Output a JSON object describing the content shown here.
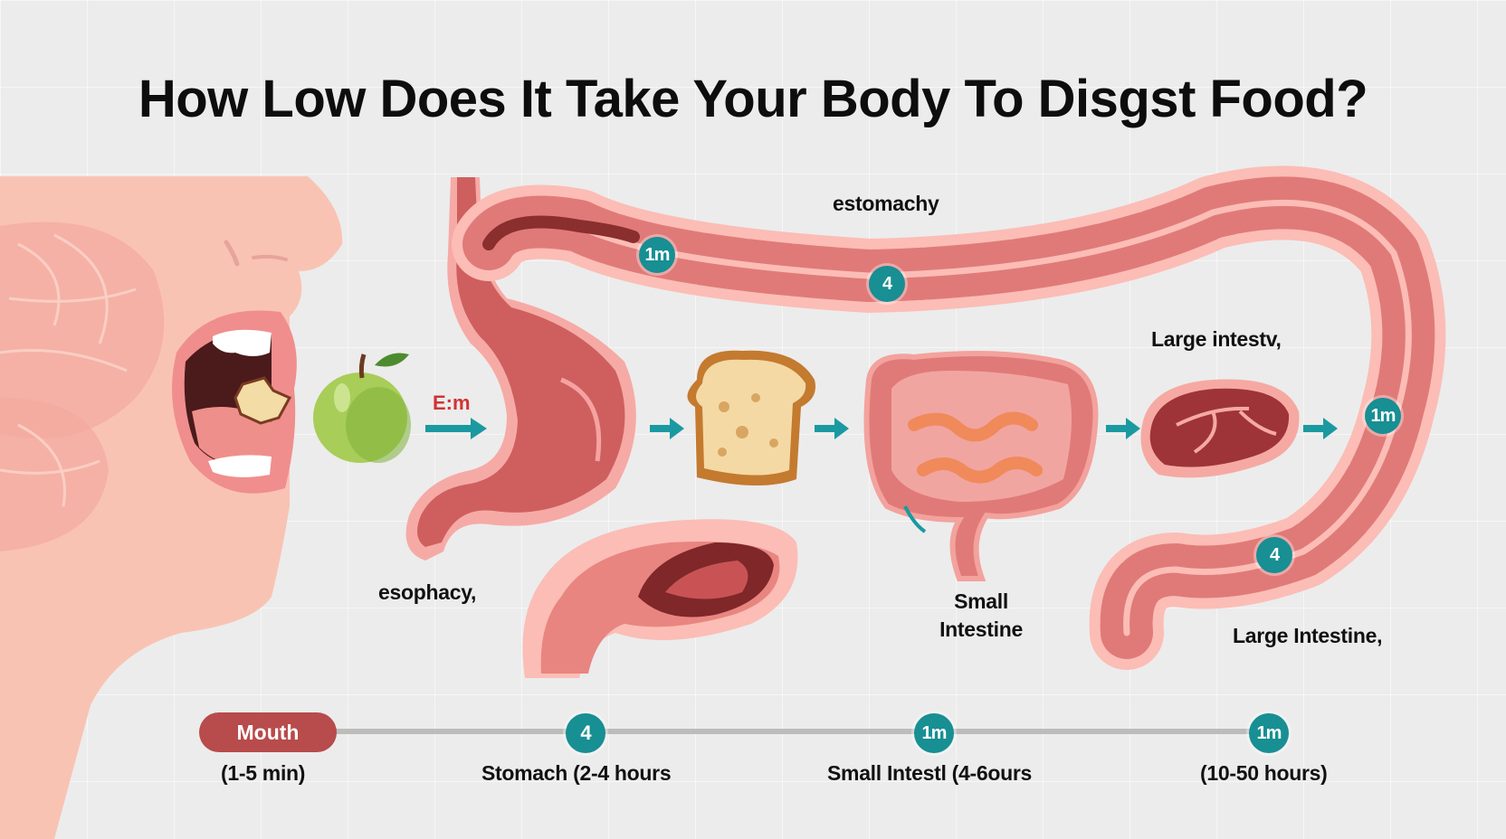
{
  "title": "How Low Does It Take Your Body To Disgst Food?",
  "labels": {
    "stomach_top": "estomachy",
    "esophagus": "esophacy,",
    "large_intestine_top": "Large intestv,",
    "small_intestine_line1": "Small",
    "small_intestine_line2": "Intestine",
    "large_intestine_bottom": "Large Intestine,",
    "arrow_label": "E:m"
  },
  "badges": {
    "colon_top_left": "1m",
    "colon_top_mid": "4",
    "colon_right": "1m",
    "colon_lower": "4"
  },
  "food_icons": [
    "apple-icon",
    "bread-icon",
    "steak-icon"
  ],
  "timeline": {
    "stages": [
      {
        "marker": "Mouth",
        "caption": "(1-5 min)"
      },
      {
        "marker": "4",
        "caption": "Stomach (2-4 hours"
      },
      {
        "marker": "1m",
        "caption": "Small Intestl (4-6ours"
      },
      {
        "marker": "1m",
        "caption": "(10-50 hours)"
      }
    ]
  },
  "colors": {
    "teal": "#178f93",
    "organ_pink": "#e07a78",
    "organ_outline": "#fbbdb6",
    "mouth_pill": "#b84b4b",
    "background": "#ececec"
  }
}
